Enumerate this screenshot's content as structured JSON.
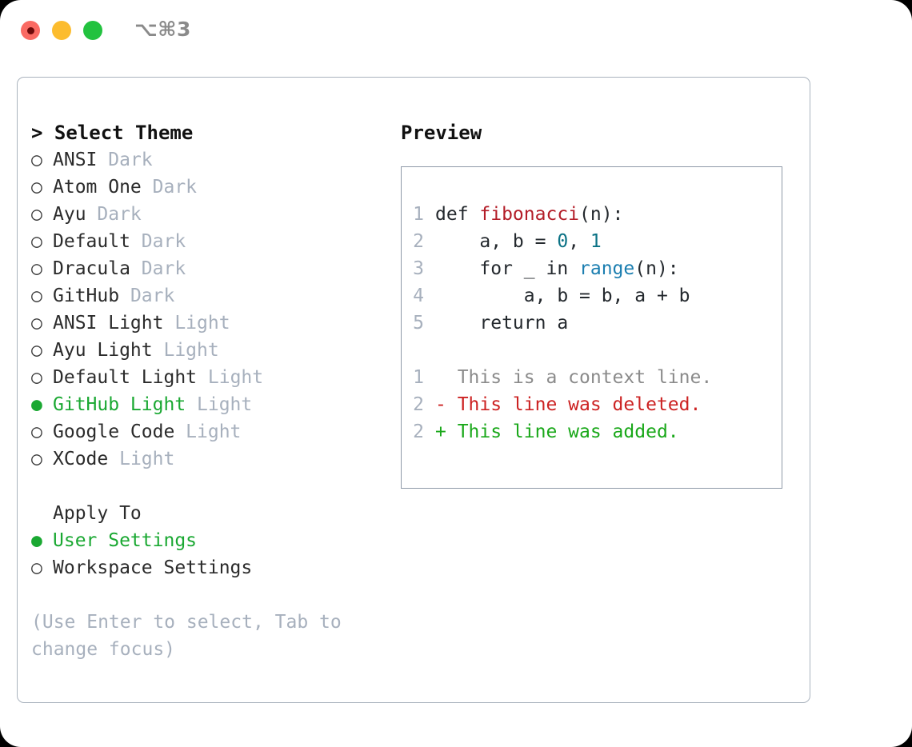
{
  "titlebar": {
    "shortcut": "⌥⌘3",
    "buttons": [
      {
        "name": "close",
        "color": "#fa6a63"
      },
      {
        "name": "minimize",
        "color": "#fcbc2e"
      },
      {
        "name": "zoom",
        "color": "#22c23f"
      }
    ]
  },
  "theme_picker": {
    "header_marker": ">",
    "header": "Select Theme",
    "marker_unselected": "○",
    "marker_selected": "●",
    "items": [
      {
        "label": "ANSI",
        "tag": "Dark",
        "selected": false
      },
      {
        "label": "Atom One",
        "tag": "Dark",
        "selected": false
      },
      {
        "label": "Ayu",
        "tag": "Dark",
        "selected": false
      },
      {
        "label": "Default",
        "tag": "Dark",
        "selected": false
      },
      {
        "label": "Dracula",
        "tag": "Dark",
        "selected": false
      },
      {
        "label": "GitHub",
        "tag": "Dark",
        "selected": false
      },
      {
        "label": "ANSI Light",
        "tag": "Light",
        "selected": false
      },
      {
        "label": "Ayu Light",
        "tag": "Light",
        "selected": false
      },
      {
        "label": "Default Light",
        "tag": "Light",
        "selected": false
      },
      {
        "label": "GitHub Light",
        "tag": "Light",
        "selected": true
      },
      {
        "label": "Google Code",
        "tag": "Light",
        "selected": false
      },
      {
        "label": "XCode",
        "tag": "Light",
        "selected": false
      }
    ]
  },
  "apply_to": {
    "label": "Apply To",
    "items": [
      {
        "label": "User Settings",
        "selected": true
      },
      {
        "label": "Workspace Settings",
        "selected": false
      }
    ]
  },
  "hint": "(Use Enter to select, Tab to change focus)",
  "preview": {
    "title": "Preview",
    "code_lines": [
      {
        "no": "1",
        "segments": [
          {
            "text": "def ",
            "style": "plain"
          },
          {
            "text": "fibonacci",
            "style": "fn"
          },
          {
            "text": "(n):",
            "style": "plain"
          }
        ]
      },
      {
        "no": "2",
        "segments": [
          {
            "text": "    a, b = ",
            "style": "plain"
          },
          {
            "text": "0",
            "style": "num"
          },
          {
            "text": ", ",
            "style": "plain"
          },
          {
            "text": "1",
            "style": "num"
          }
        ]
      },
      {
        "no": "3",
        "segments": [
          {
            "text": "    for _ in ",
            "style": "plain"
          },
          {
            "text": "range",
            "style": "call"
          },
          {
            "text": "(n):",
            "style": "plain"
          }
        ]
      },
      {
        "no": "4",
        "segments": [
          {
            "text": "        a, b = b, a + b",
            "style": "plain"
          }
        ]
      },
      {
        "no": "5",
        "segments": [
          {
            "text": "    return a",
            "style": "plain"
          }
        ]
      }
    ],
    "diff_lines": [
      {
        "no": "1",
        "prefix": "  ",
        "text": "This is a context line.",
        "kind": "context"
      },
      {
        "no": "2",
        "prefix": "- ",
        "text": "This line was deleted.",
        "kind": "deleted"
      },
      {
        "no": "2",
        "prefix": "+ ",
        "text": "This line was added.",
        "kind": "added"
      }
    ]
  },
  "colors": {
    "selected_green": "#1aa832",
    "muted_grey": "#a7b0bd",
    "border": "#8f9aa8",
    "panel_border": "#aab3be",
    "syntax_function": "#b31d28",
    "syntax_number": "#0b7285",
    "syntax_call": "#1b7eb0",
    "diff_deleted": "#cc2222",
    "diff_added": "#1aa81a",
    "diff_context": "#8b8b8b"
  }
}
